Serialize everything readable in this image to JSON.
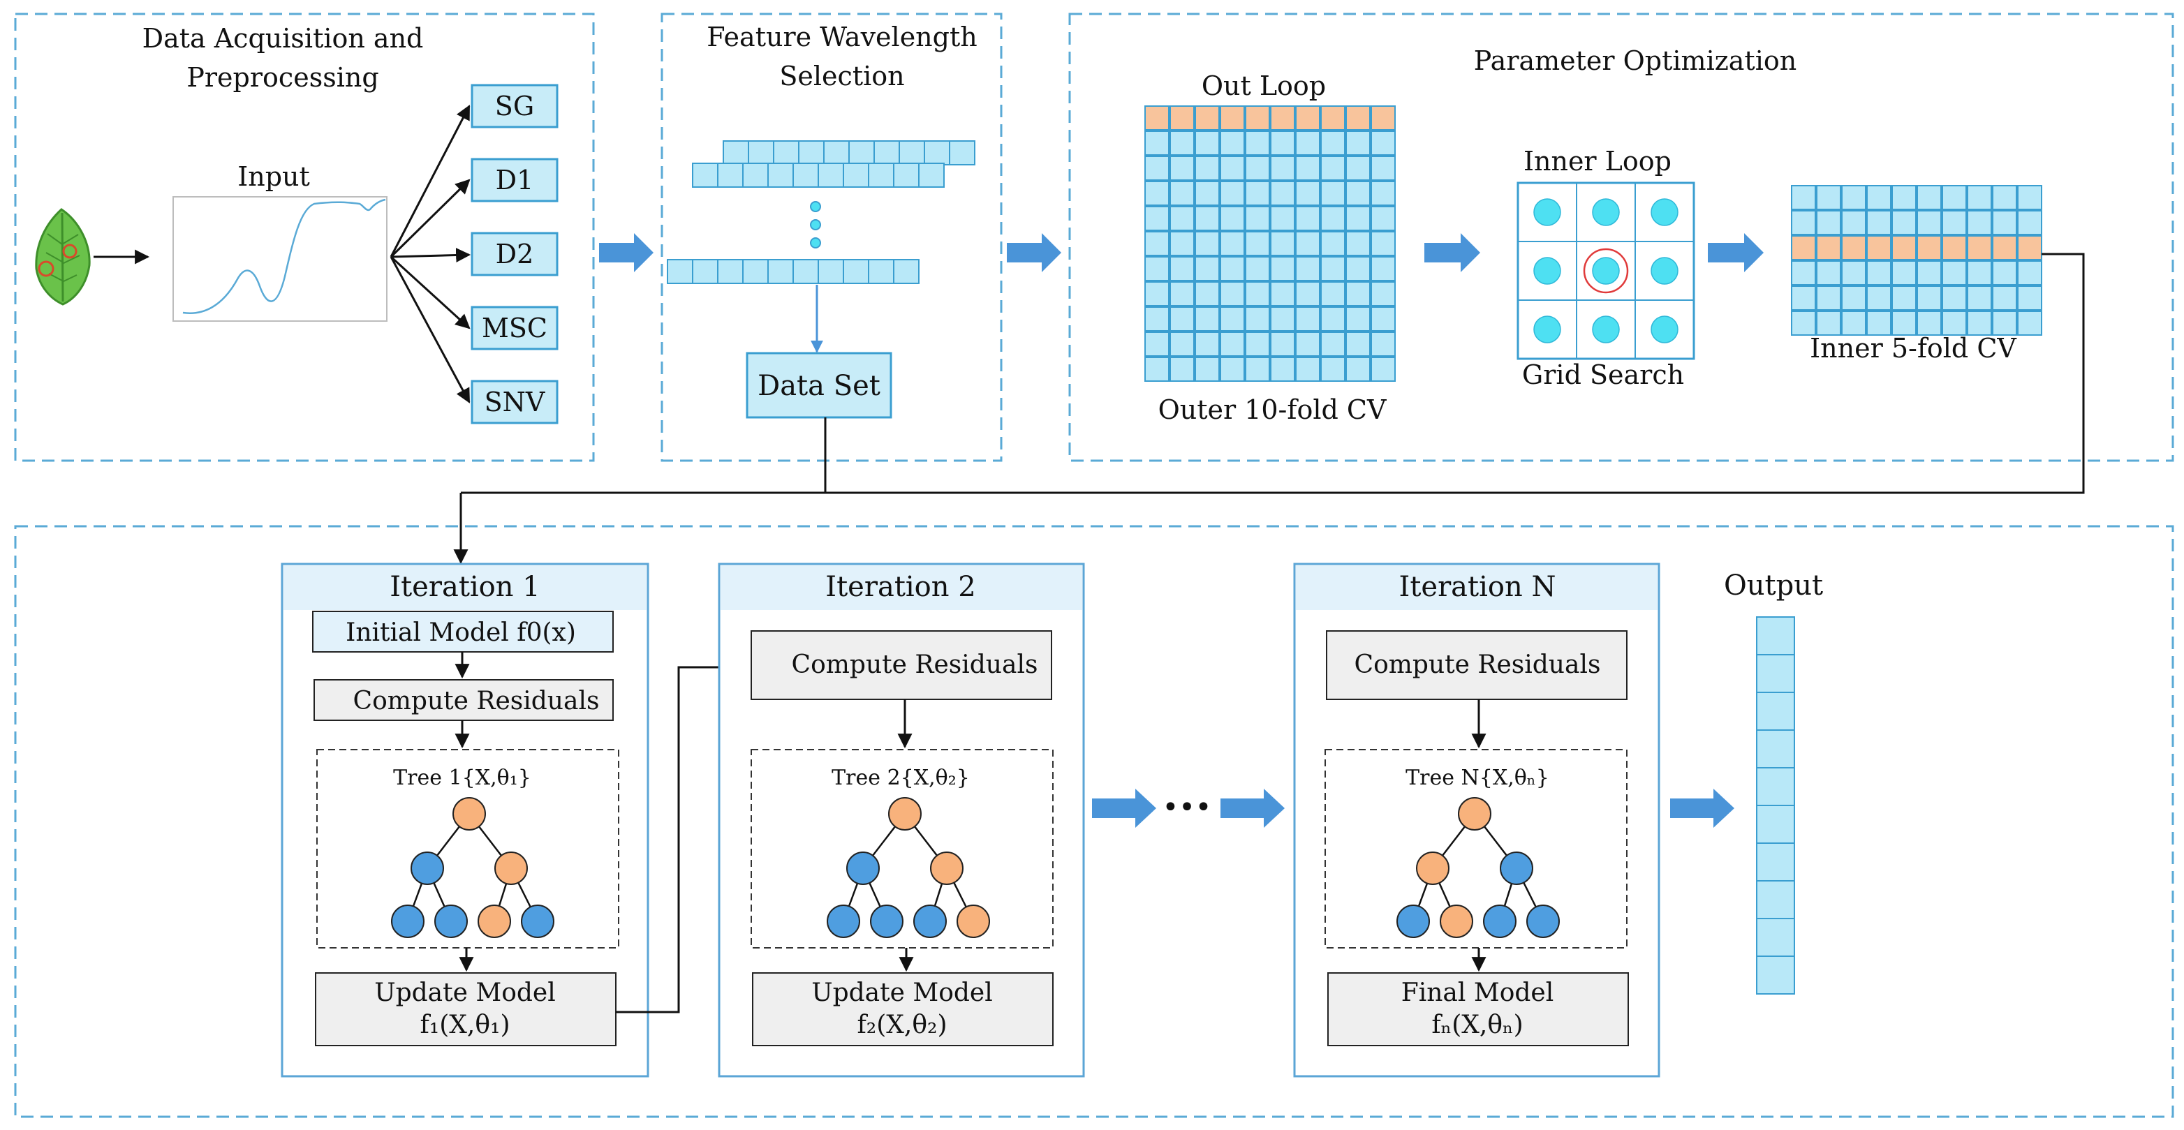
{
  "colors": {
    "dashed_border": "#5aaad6",
    "cell_fill": "#b8e8f8",
    "cell_stroke": "#3a9ed0",
    "highlight_fill": "#f8c49c",
    "panel_header": "#e2f2fb",
    "panel_border": "#5ba5d6",
    "box_gray": "#efefef",
    "node_blue": "#4f9ee0",
    "node_orange": "#f8b27c",
    "grid_dot": "#4ee0f2",
    "arrow_blue": "#4a94d8",
    "red_ring": "#e03a3a"
  },
  "stage1": {
    "title_line1": "Data Acquisition and",
    "title_line2": "Preprocessing",
    "input_label": "Input",
    "methods": [
      "SG",
      "D1",
      "D2",
      "MSC",
      "SNV"
    ]
  },
  "stage2": {
    "title_line1": "Feature Wavelength",
    "title_line2": "Selection",
    "dataset_label": "Data Set"
  },
  "stage3": {
    "title": "Parameter Optimization",
    "out_loop": "Out Loop",
    "outer_cv": "Outer 10-fold CV",
    "inner_loop": "Inner Loop",
    "grid_search": "Grid Search",
    "inner_cv": "Inner 5-fold CV"
  },
  "iter1": {
    "title": "Iteration 1",
    "initial_model": "Initial Model f0(x)",
    "residuals": "Compute Residuals",
    "tree_label": "Tree 1{X,θ₁}",
    "update_line1": "Update Model",
    "update_line2": "f₁(X,θ₁)"
  },
  "iter2": {
    "title": "Iteration 2",
    "residuals": "Compute Residuals",
    "tree_label": "Tree 2{X,θ₂}",
    "update_line1": "Update Model",
    "update_line2": "f₂(X,θ₂)"
  },
  "iterN": {
    "title": "Iteration N",
    "residuals": "Compute Residuals",
    "tree_label": "Tree N{X,θₙ}",
    "final_line1": "Final Model",
    "final_line2": "fₙ(X,θₙ)"
  },
  "ellipsis": "•••",
  "output_label": "Output"
}
